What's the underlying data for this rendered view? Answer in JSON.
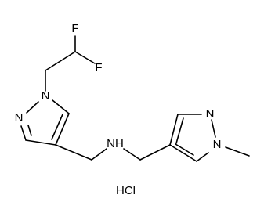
{
  "molecule": {
    "atoms": {
      "f_top": "F",
      "f_right": "F",
      "n1_left_ring": "N",
      "n2_left_ring": "N",
      "nh_amine": "NH",
      "n2_right_ring": "N",
      "n1_right_ring": "N",
      "salt": "HCl"
    },
    "colors": {
      "ink": "#000000",
      "background": "#ffffff"
    }
  }
}
